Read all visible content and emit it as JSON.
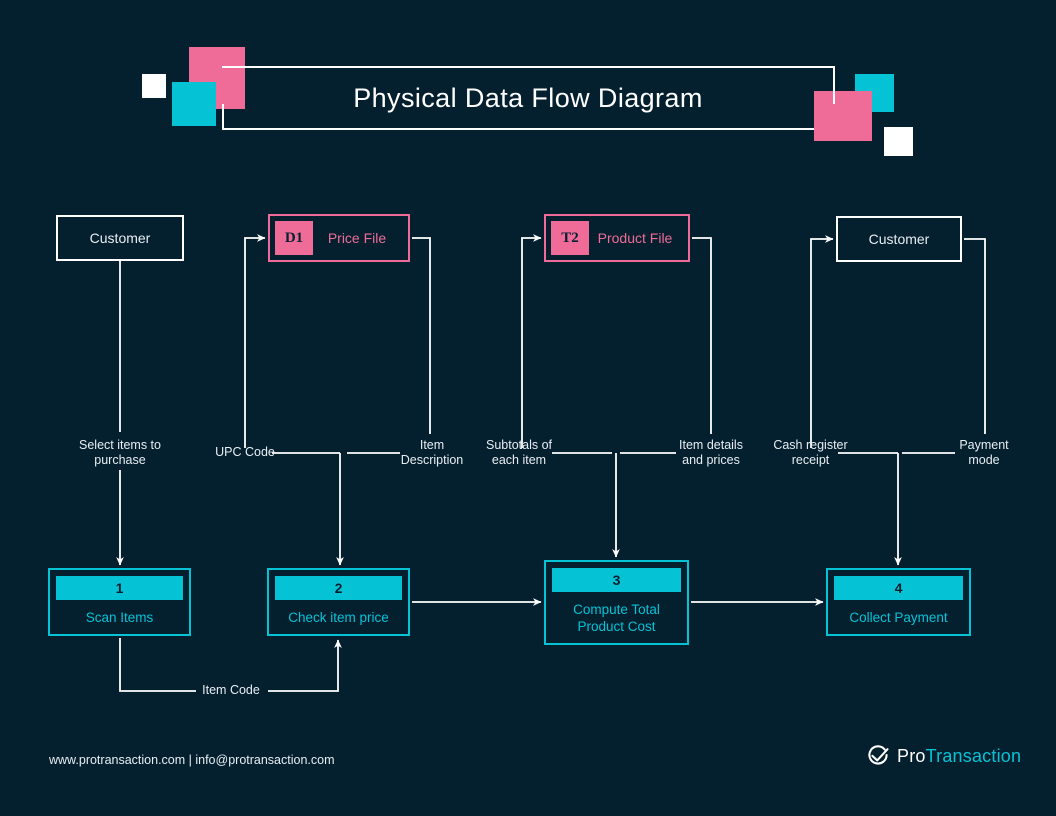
{
  "page": {
    "title": "Physical Data Flow Diagram",
    "background_color": "#04202f"
  },
  "colors": {
    "background": "#04202f",
    "pink": "#ee6c97",
    "cyan": "#06c2d5",
    "white": "#ffffff",
    "text": "#e8edf2"
  },
  "entities": [
    {
      "id": "customer-left",
      "label": "Customer"
    },
    {
      "id": "customer-right",
      "label": "Customer"
    }
  ],
  "datastores": [
    {
      "id": "d1",
      "code": "D1",
      "label": "Price File"
    },
    {
      "id": "t2",
      "code": "T2",
      "label": "Product File"
    }
  ],
  "processes": [
    {
      "id": "p1",
      "number": "1",
      "label": "Scan Items"
    },
    {
      "id": "p2",
      "number": "2",
      "label": "Check item price"
    },
    {
      "id": "p3",
      "number": "3",
      "label": "Compute Total\nProduct Cost"
    },
    {
      "id": "p4",
      "number": "4",
      "label": "Collect Payment"
    }
  ],
  "flows": [
    {
      "id": "f-select-items",
      "label": "Select items to\npurchase"
    },
    {
      "id": "f-upc-code",
      "label": "UPC Code"
    },
    {
      "id": "f-item-desc",
      "label": "Item\nDescription"
    },
    {
      "id": "f-subtotals",
      "label": "Subtotals of\neach item"
    },
    {
      "id": "f-item-details",
      "label": "Item details\nand prices"
    },
    {
      "id": "f-cash-receipt",
      "label": "Cash register\nreceipt"
    },
    {
      "id": "f-payment-mode",
      "label": "Payment\nmode"
    },
    {
      "id": "f-item-code",
      "label": "Item Code"
    }
  ],
  "footer": {
    "contact": "www.protransaction.com | info@protransaction.com",
    "brand_first": "Pro",
    "brand_second": "Transaction"
  }
}
